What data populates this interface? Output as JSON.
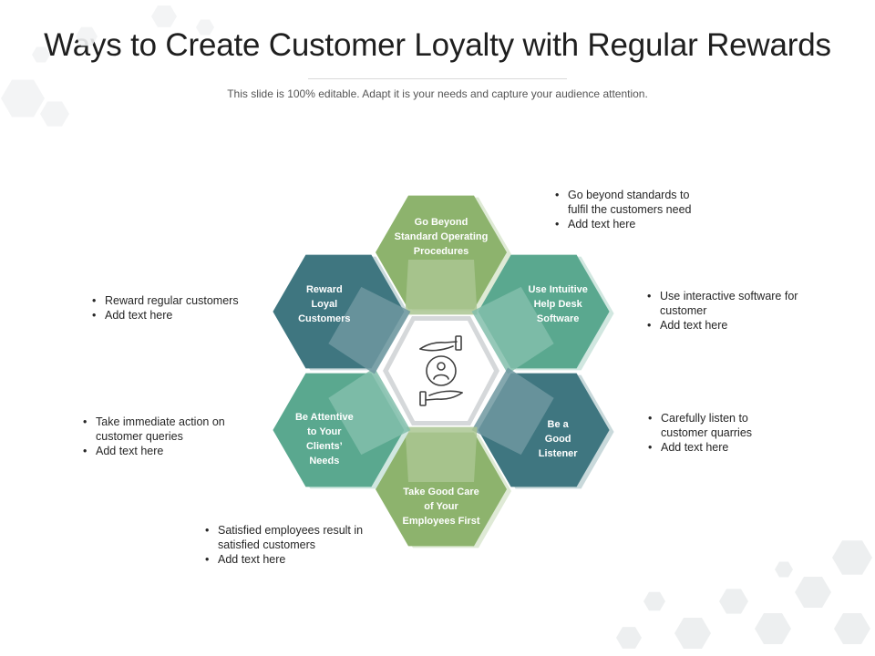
{
  "header": {
    "title": "Ways to Create Customer Loyalty with Regular Rewards",
    "subtitle": "This slide is 100% editable. Adapt it is your needs and capture your audience attention."
  },
  "center": {
    "icon": "hands-holding-person-icon"
  },
  "segments": [
    {
      "id": "top",
      "label_lines": [
        "Go Beyond",
        "Standard Operating",
        "Procedures"
      ],
      "color": "#8db36d",
      "notes": [
        "Go beyond standards to fulfil the customers need",
        "Add text here"
      ]
    },
    {
      "id": "upper-right",
      "label_lines": [
        "Use Intuitive",
        "Help Desk",
        "Software"
      ],
      "color": "#5aa88f",
      "notes": [
        "Use interactive software for customer",
        "Add text here"
      ]
    },
    {
      "id": "lower-right",
      "label_lines": [
        "Be a",
        "Good",
        "Listener"
      ],
      "color": "#3f7680",
      "notes": [
        "Carefully listen to customer quarries",
        "Add text here"
      ]
    },
    {
      "id": "bottom",
      "label_lines": [
        "Take Good Care",
        "of Your",
        "Employees First"
      ],
      "color": "#8db36d",
      "notes": [
        "Satisfied employees result in satisfied customers",
        "Add text here"
      ]
    },
    {
      "id": "lower-left",
      "label_lines": [
        "Be Attentive",
        "to Your",
        "Clients’",
        "Needs"
      ],
      "color": "#5aa88f",
      "notes": [
        "Take immediate action on customer queries",
        "Add text here"
      ]
    },
    {
      "id": "upper-left",
      "label_lines": [
        "Reward",
        "Loyal",
        "Customers"
      ],
      "color": "#3f7680",
      "notes": [
        "Reward regular customers",
        "Add text here"
      ]
    }
  ]
}
